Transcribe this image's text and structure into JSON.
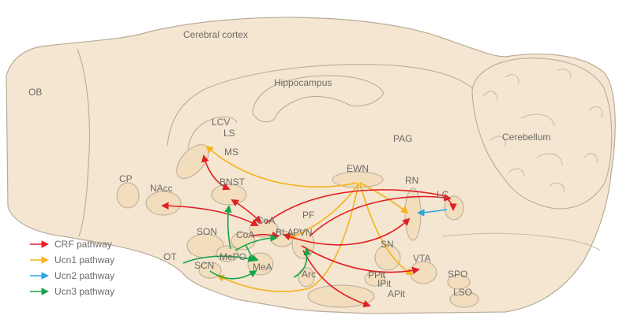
{
  "colors": {
    "crf": "#e31e24",
    "ucn1": "#f5b21b",
    "ucn2": "#29a8e0",
    "ucn3": "#16a34a",
    "tissue": "#f4e6d1",
    "outline": "#b8ab98",
    "nucleus": "#f2ddbc",
    "text": "#6d6a66"
  },
  "regions": {
    "cerebral_cortex": "Cerebral cortex",
    "hippocampus": "Hippocampus",
    "cerebellum": "Cerebellum",
    "ob": "OB",
    "cp": "CP",
    "nacc": "NAcc",
    "lcv": "LCV",
    "ls": "LS",
    "ms": "MS",
    "bnst": "BNST",
    "ewn": "EWN",
    "pag": "PAG",
    "rn": "RN",
    "lc": "LC",
    "son": "SON",
    "cea": "CeA",
    "pf": "PF",
    "coa": "CoA",
    "bla": "BLA",
    "pvn": "PVN",
    "sn": "SN",
    "ot": "OT",
    "mepo": "MePO",
    "scn": "SCN",
    "mea": "MeA",
    "arc": "Arc",
    "vta": "VTA",
    "ppit": "PPit",
    "ipit": "IPit",
    "apit": "APit",
    "spo": "SPO",
    "lso": "LSO"
  },
  "legend": [
    {
      "label": "CRF pathway",
      "color": "#e31e24"
    },
    {
      "label": "Ucn1 pathway",
      "color": "#f5b21b"
    },
    {
      "label": "Ucn2 pathway",
      "color": "#29a8e0"
    },
    {
      "label": "Ucn3 pathway",
      "color": "#16a34a"
    }
  ]
}
